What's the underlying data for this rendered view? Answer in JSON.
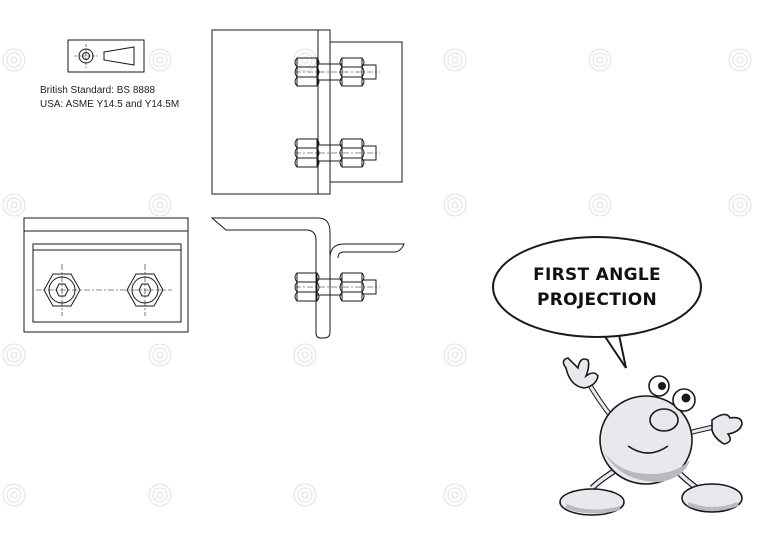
{
  "standards": {
    "line1": "British Standard: BS 8888",
    "line2": "USA: ASME Y14.5 and Y14.5M"
  },
  "speech_bubble": {
    "line1": "FIRST ANGLE",
    "line2": "PROJECTION"
  },
  "colors": {
    "line": "#1a1a1a",
    "character_fill": "#e8e8ee",
    "character_shadow": "#b9b9c4"
  },
  "icons": [
    "projection-symbol-icon",
    "hex-nut-icon",
    "cartoon-character-icon",
    "watermark-icon"
  ]
}
